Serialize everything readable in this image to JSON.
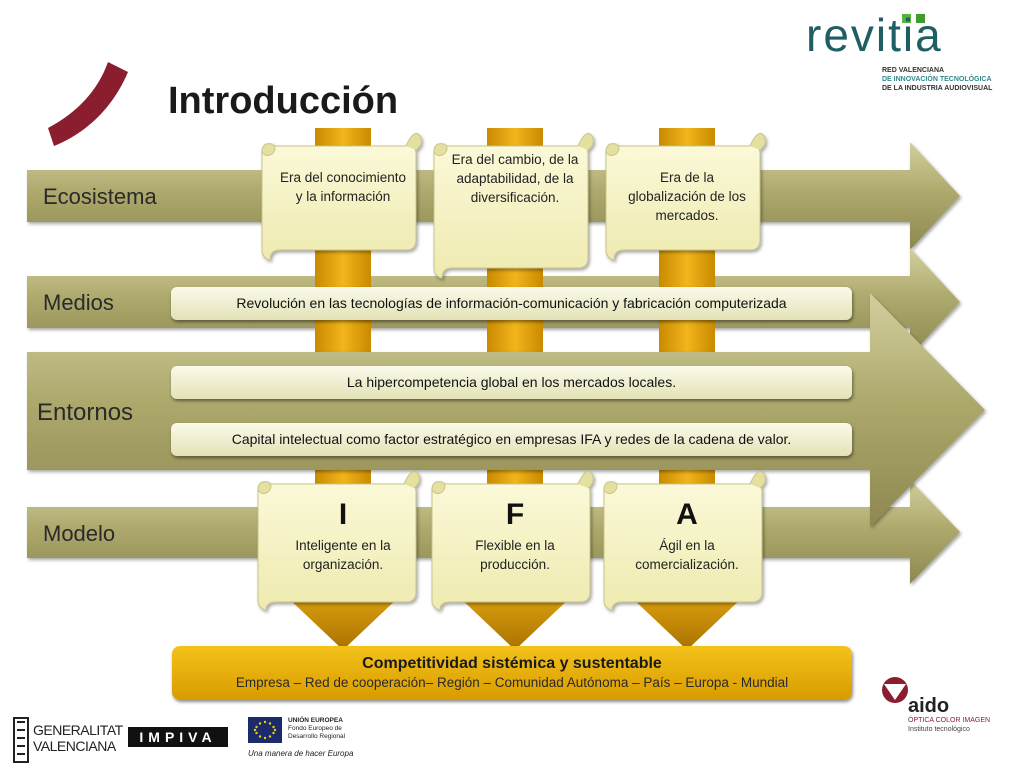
{
  "title": "Introducción",
  "rows": {
    "ecosistema": "Ecosistema",
    "medios": "Medios",
    "entornos": "Entornos",
    "modelo": "Modelo"
  },
  "eras": [
    {
      "text": "Era del conocimiento y la información"
    },
    {
      "text": "Era del cambio, de la adaptabilidad, de la diversificación."
    },
    {
      "text": "Era de la globalización de los mercados."
    }
  ],
  "medios_bar": "Revolución en las tecnologías de información-comunicación y fabricación computerizada",
  "entornos_bars": [
    "La hipercompetencia global en los mercados locales.",
    "Capital intelectual como factor estratégico en empresas IFA  y redes de la cadena de valor."
  ],
  "ifa": [
    {
      "letter": "I",
      "text": "Inteligente en la organización."
    },
    {
      "letter": "F",
      "text": "Flexible en la producción."
    },
    {
      "letter": "A",
      "text": "Ágil en la comercialización."
    }
  ],
  "bottom": {
    "title": "Competitividad sistémica y sustentable",
    "subtitle": "Empresa – Red de cooperación– Región – Comunidad Autónoma – País – Europa - Mundial"
  },
  "logos": {
    "revitia_name": "revitia",
    "revitia_line1": "RED VALENCIANA",
    "revitia_line2": "DE INNOVACIÓN TECNOLÓGICA",
    "revitia_line3": "DE LA INDUSTRIA AUDIOVISUAL",
    "aido_name": "aido",
    "aido_line1": "ÓPTICA COLOR IMAGEN",
    "aido_line2": "Instituto tecnológico",
    "gv_line1": "GENERALITAT",
    "gv_line2": "VALENCIANA",
    "impiva": "IMPIVA",
    "eu_line1": "UNIÓN EUROPEA",
    "eu_line2": "Fondo Europeo de",
    "eu_line3": "Desarrollo Regional",
    "eu_slogan": "Una manera de hacer Europa"
  },
  "colors": {
    "arrow_olive": "#a8a466",
    "card_cream": "#f6f3c4",
    "gold": "#e6a80c",
    "accent_red": "#8b1e2e",
    "revitia_teal": "#1f5e63",
    "revitia_green": "#56b33c"
  }
}
